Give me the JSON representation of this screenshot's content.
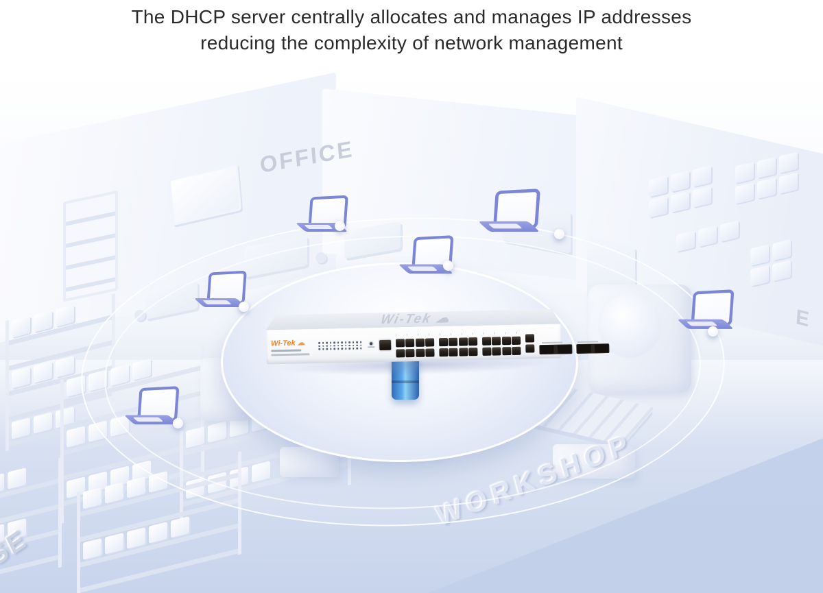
{
  "page": {
    "title_line1": "The DHCP server centrally allocates and manages IP addresses",
    "title_line2": "reducing the complexity of network management"
  },
  "scene": {
    "labels": {
      "office": "OFFICE",
      "workshop": "WORKSHOP",
      "warehouse_partial": "SE",
      "right_room_partial": "E"
    },
    "switch": {
      "brand": "Wi-Tek",
      "brand_cloud_icon": "cloud",
      "top_watermark": "Wi-Tek",
      "rj45_ports": 24,
      "uplink_ports": 2,
      "sfp_slots": 4,
      "console_ports": 1,
      "led_rows": 3,
      "led_columns": 12
    },
    "network": {
      "client_laptops": 6
    },
    "colors": {
      "brand_orange": "#F08223",
      "laptop_blue": "#7C86D7",
      "floor_blue": "#C6D3EC",
      "title_text": "#2A2A2A"
    }
  }
}
